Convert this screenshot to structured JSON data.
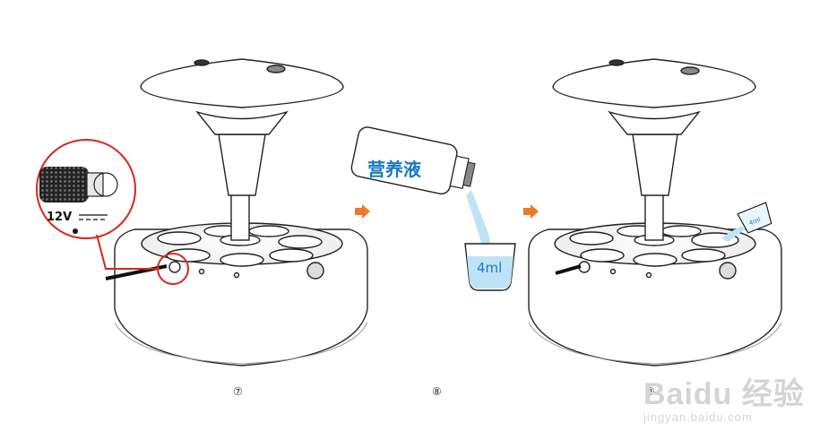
{
  "steps": [
    "⑦",
    "⑧",
    "⑨"
  ],
  "callout": {
    "voltage": "12V"
  },
  "bottle": {
    "label": "营养液"
  },
  "cup": {
    "volume": "4ml"
  },
  "small_cup": {
    "volume": "4ml"
  },
  "colors": {
    "outline": "#222222",
    "callout_red": "#d9261c",
    "arrow_orange": "#ee7a27",
    "label_blue": "#1a78c2",
    "liquid": "#bfe3f5"
  },
  "watermark": {
    "brand": "Baidu 经验",
    "url": "jingyan.baidu.com"
  },
  "icons": [
    "step-arrow-icon",
    "step-arrow-icon"
  ]
}
